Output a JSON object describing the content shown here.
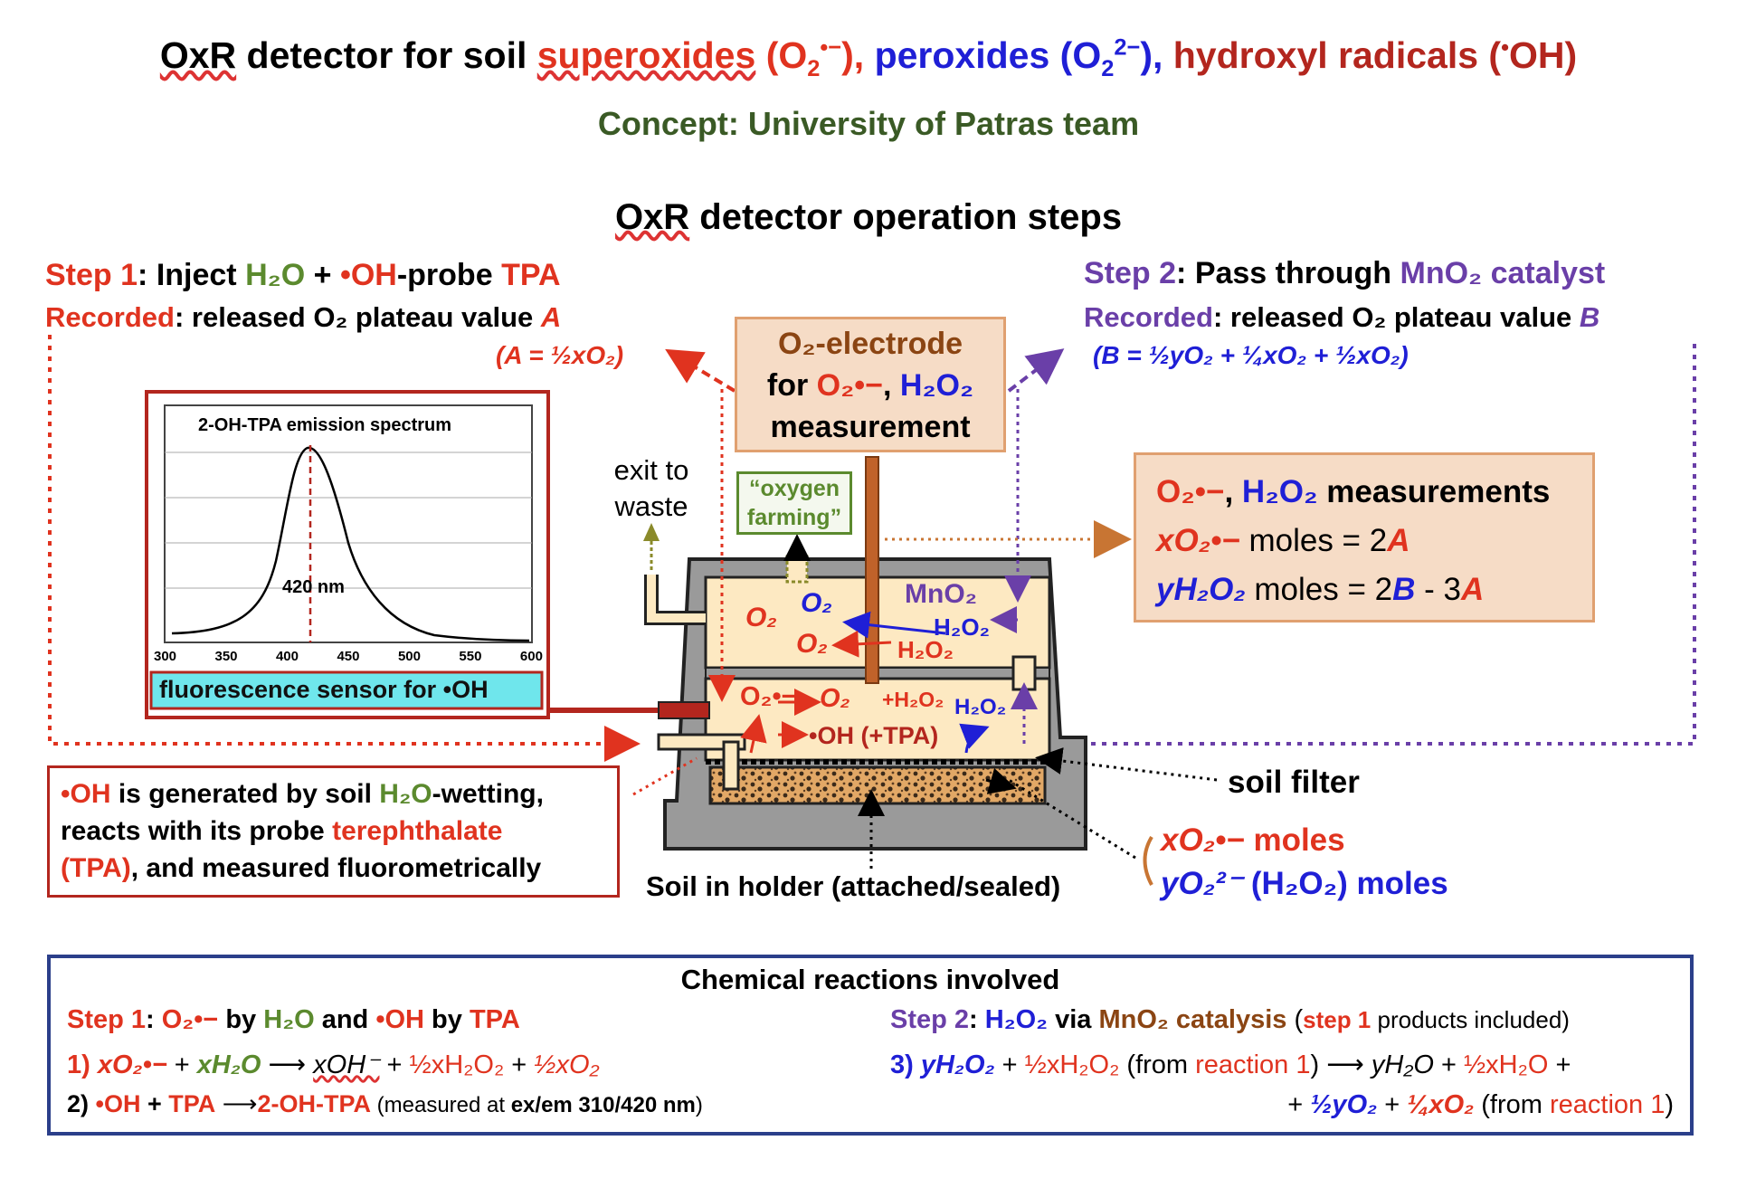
{
  "title": {
    "prefix": "OxR",
    "middle": " detector for soil ",
    "superoxides": "superoxides",
    "o2_formula": "(O",
    "o2_sub": "2",
    "o2_sup": "•−",
    "o2_close": "),",
    "peroxides": " peroxides",
    "per_formula": "(O",
    "per_sub": "2",
    "per_sup": "2−",
    "per_close": "),",
    "hydroxyl": " hydroxyl radicals (",
    "oh_dot": "•",
    "oh": "OH)"
  },
  "subtitle": "Concept: University of Patras team",
  "ops_header_prefix": "OxR",
  "ops_header_rest": " detector operation steps",
  "step1": {
    "label": "Step 1",
    "colon": ": Inject ",
    "h2o": "H₂O",
    "plus": " + ",
    "oh_probe": "•OH",
    "probe_text": "-probe ",
    "tpa": "TPA",
    "recorded": "Recorded",
    "recorded_text": ": released O₂ plateau value ",
    "value_var": "A",
    "formula": "(A = ½xO₂)"
  },
  "step2": {
    "label": "Step 2",
    "colon": ": Pass through ",
    "catalyst": "MnO₂ catalyst",
    "recorded": "Recorded",
    "recorded_text": ": released O₂ plateau value ",
    "value_var": "B",
    "formula": "(B = ½yO₂ + ¼xO₂ + ½xO₂)"
  },
  "electrode_box": {
    "line1": "O₂-electrode",
    "line2_for": "for ",
    "line2_o2": "O₂•−",
    "line2_comma": ", ",
    "line2_h2o2": "H₂O₂",
    "line3": "measurement"
  },
  "measure_box": {
    "title_o2": "O₂•−",
    "title_comma": ", ",
    "title_h2o2": "H₂O₂",
    "title_rest": " measurements",
    "line1_var": "xO₂•−",
    "line1_text": " moles = 2",
    "line1_A": "A",
    "line2_var": "yH₂O₂",
    "line2_text": " moles = 2",
    "line2_B": "B",
    "line2_mid": " - 3",
    "line2_A": "A"
  },
  "spectrum": {
    "title": "2-OH-TPA emission spectrum",
    "peak_label": "420 nm",
    "x_ticks": [
      "300",
      "350",
      "400",
      "450",
      "500",
      "550",
      "600"
    ],
    "sensor_label": "fluorescence sensor for •OH"
  },
  "chamber": {
    "exit_label_1": "exit to",
    "exit_label_2": "waste",
    "farming_1": "“oxygen",
    "farming_2": "farming”",
    "mno2": "MnO₂",
    "o2_a": "O₂",
    "o2_b": "O₂",
    "o2_c": "O₂",
    "h2o2_a": "H₂O₂",
    "h2o2_b": "H₂O₂",
    "lower_o2sup": "O₂•−",
    "lower_o2": "O₂",
    "lower_plus_h2o2": "+H₂O₂",
    "lower_h2o2": "H₂O₂",
    "oh_tpa": "•OH (+TPA)",
    "soil_filter": "soil filter",
    "soil_holder": "Soil in holder (attached/sealed)"
  },
  "soil_moles": {
    "line1_var": "xO₂•−",
    "line1_text": " moles",
    "line2_var": "yO₂²⁻",
    "line2_text": " (H₂O₂) moles"
  },
  "oh_note": {
    "oh": "•OH",
    "text1": " is generated by soil ",
    "h2o": "H₂O",
    "text1b": "-wetting,",
    "text2": "reacts with its probe ",
    "tpa_name": "terephthalate",
    "text3a": "(TPA)",
    "text3b": ", and measured fluorometrically"
  },
  "reactions": {
    "header": "Chemical reactions involved",
    "left_step": "Step 1",
    "left_colon": ": ",
    "left_o2": "O₂•−",
    "left_by": " by ",
    "left_h2o": "H₂O",
    "left_and": " and ",
    "left_oh": "•OH",
    "left_by2": " by ",
    "left_tpa": "TPA",
    "r1_num": "1) ",
    "r1_x": "xO₂•−",
    "r1_plus": " + ",
    "r1_xh2o": "xH₂O",
    "r1_arrow": " ⟶ ",
    "r1_xoh": "xOH⁻",
    "r1_plus2": " + ",
    "r1_h2o2": "½xH₂O₂",
    "r1_plus3": " + ",
    "r1_o2": "½xO₂",
    "r2_num": "2) ",
    "r2_oh": "•OH",
    "r2_plus": " + ",
    "r2_tpa": "TPA",
    "r2_arrow": " ⟶",
    "r2_prod": "2-OH-TPA",
    "r2_note": " (measured at ",
    "r2_exem": "ex/em 310/420 nm",
    "r2_close": ")",
    "right_step": "Step 2",
    "right_colon": ": ",
    "right_h2o2": "H₂O₂",
    "right_via": " via ",
    "right_mno2": "MnO₂ catalysis",
    "right_paren_open": " (",
    "right_step1": "step 1",
    "right_paren_rest": " products included)",
    "r3_num": "3) ",
    "r3_y": "yH₂O₂",
    "r3_plus": " + ",
    "r3_half": "½xH₂O₂",
    "r3_from": " (from ",
    "r3_react": "reaction 1",
    "r3_close": ") ⟶ ",
    "r3_yh2o": "yH₂O",
    "r3_plus2": " + ",
    "r3_halfx": "½xH₂O",
    "r3_plus3": " +",
    "r4_plus": "+ ",
    "r4_y": "½yO₂",
    "r4_plus2": " + ",
    "r4_x": "¼xO₂",
    "r4_from": " (from ",
    "r4_react": "reaction 1",
    "r4_close": ")"
  },
  "colors": {
    "red": "#e0331f",
    "dark_red": "#b3261e",
    "blue": "#1f1fd6",
    "green": "#5b8a2e",
    "purple": "#6a3fa8",
    "brown": "#8b4513",
    "box_fill": "#f6dcc6",
    "box_border": "#e0a070",
    "reaction_border": "#2b3f8a"
  }
}
